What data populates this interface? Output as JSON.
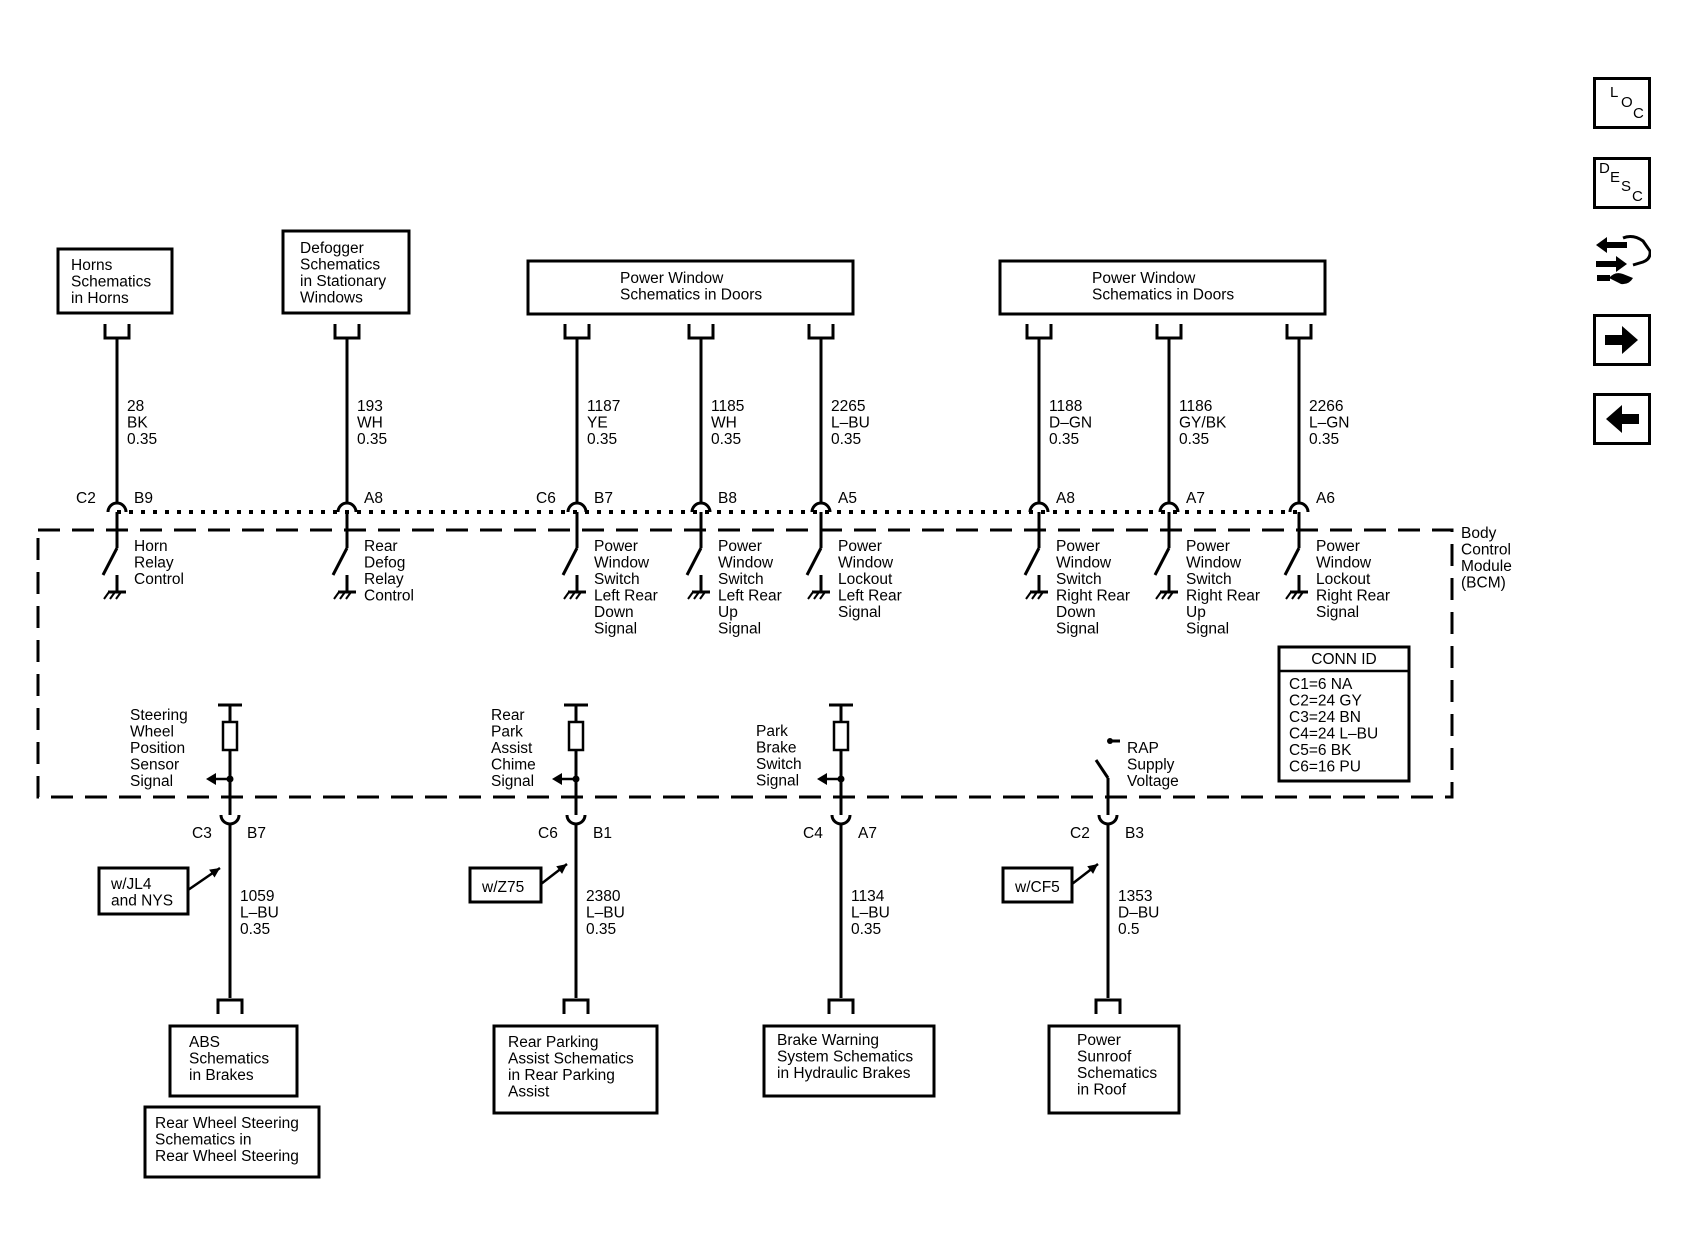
{
  "top_boxes": {
    "horns": [
      "Horns",
      "Schematics",
      "in Horns"
    ],
    "defogger": [
      "Defogger",
      "Schematics",
      "in Stationary",
      "Windows"
    ],
    "pw_left": [
      "Power Window",
      "Schematics in Doors"
    ],
    "pw_right": [
      "Power Window",
      "Schematics in Doors"
    ]
  },
  "top_wires": [
    {
      "circuit": "28",
      "color": "BK",
      "gauge": "0.35",
      "pin": "B9",
      "connector": "C2",
      "function": [
        "Horn",
        "Relay",
        "Control"
      ]
    },
    {
      "circuit": "193",
      "color": "WH",
      "gauge": "0.35",
      "pin": "A8",
      "connector": "",
      "function": [
        "Rear",
        "Defog",
        "Relay",
        "Control"
      ]
    },
    {
      "circuit": "1187",
      "color": "YE",
      "gauge": "0.35",
      "pin": "B7",
      "connector": "C6",
      "function": [
        "Power",
        "Window",
        "Switch",
        "Left Rear",
        "Down",
        "Signal"
      ]
    },
    {
      "circuit": "1185",
      "color": "WH",
      "gauge": "0.35",
      "pin": "B8",
      "connector": "",
      "function": [
        "Power",
        "Window",
        "Switch",
        "Left Rear",
        "Up",
        "Signal"
      ]
    },
    {
      "circuit": "2265",
      "color": "L–BU",
      "gauge": "0.35",
      "pin": "A5",
      "connector": "",
      "function": [
        "Power",
        "Window",
        "Lockout",
        "Left Rear",
        "Signal"
      ]
    },
    {
      "circuit": "1188",
      "color": "D–GN",
      "gauge": "0.35",
      "pin": "A8",
      "connector": "",
      "function": [
        "Power",
        "Window",
        "Switch",
        "Right Rear",
        "Down",
        "Signal"
      ]
    },
    {
      "circuit": "1186",
      "color": "GY/BK",
      "gauge": "0.35",
      "pin": "A7",
      "connector": "",
      "function": [
        "Power",
        "Window",
        "Switch",
        "Right Rear",
        "Up",
        "Signal"
      ]
    },
    {
      "circuit": "2266",
      "color": "L–GN",
      "gauge": "0.35",
      "pin": "A6",
      "connector": "",
      "function": [
        "Power",
        "Window",
        "Lockout",
        "Right Rear",
        "Signal"
      ]
    }
  ],
  "module": {
    "name": [
      "Body",
      "Control",
      "Module",
      "(BCM)"
    ]
  },
  "conn_id": {
    "title": "CONN ID",
    "rows": [
      "C1=6 NA",
      "C2=24 GY",
      "C3=24 BN",
      "C4=24 L–BU",
      "C5=6 BK",
      "C6=16 PU"
    ]
  },
  "bottom_wires": [
    {
      "function": [
        "Steering",
        "Wheel",
        "Position",
        "Sensor",
        "Signal"
      ],
      "connector": "C3",
      "pin": "B7",
      "option": [
        "w/JL4",
        "and NYS"
      ],
      "circuit": "1059",
      "color": "L–BU",
      "gauge": "0.35",
      "dest": [
        "ABS",
        "Schematics",
        "in Brakes"
      ],
      "dest2": [
        "Rear Wheel Steering",
        "Schematics in",
        "Rear Wheel Steering"
      ]
    },
    {
      "function": [
        "Rear",
        "Park",
        "Assist",
        "Chime",
        "Signal"
      ],
      "connector": "C6",
      "pin": "B1",
      "option": [
        "w/Z75"
      ],
      "circuit": "2380",
      "color": "L–BU",
      "gauge": "0.35",
      "dest": [
        "Rear Parking",
        "Assist Schematics",
        "in Rear Parking",
        "Assist"
      ]
    },
    {
      "function": [
        "Park",
        "Brake",
        "Switch",
        "Signal"
      ],
      "connector": "C4",
      "pin": "A7",
      "option": [],
      "circuit": "1134",
      "color": "L–BU",
      "gauge": "0.35",
      "dest": [
        "Brake Warning",
        "System Schematics",
        "in Hydraulic Brakes"
      ]
    },
    {
      "function": [
        "RAP",
        "Supply",
        "Voltage"
      ],
      "connector": "C2",
      "pin": "B3",
      "option": [
        "w/CF5"
      ],
      "circuit": "1353",
      "color": "D–BU",
      "gauge": "0.5",
      "dest": [
        "Power",
        "Sunroof",
        "Schematics",
        "in Roof"
      ]
    }
  ],
  "nav": {
    "loc": [
      "L",
      "O",
      "C"
    ],
    "desc": [
      "D",
      "E",
      "S",
      "C"
    ],
    "connector_icon": "connector-hand-icon",
    "next_icon": "arrow-right-icon",
    "prev_icon": "arrow-left-icon"
  }
}
